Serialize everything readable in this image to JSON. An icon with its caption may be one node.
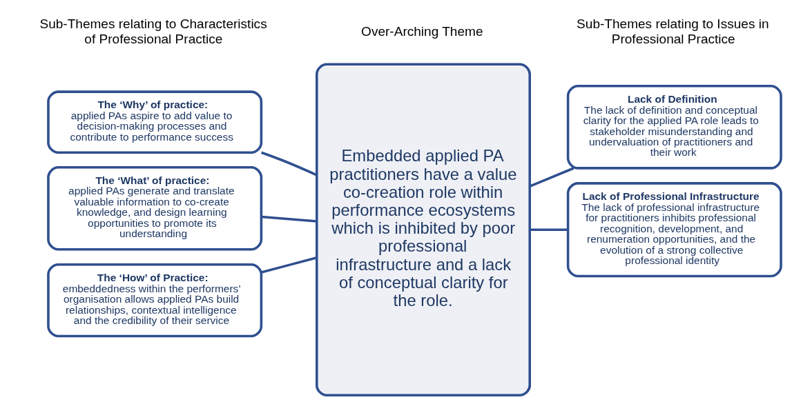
{
  "diagram": {
    "nodes": [
      {
        "text": [
          "Embedded applied PA practitioners have a value co-creation role within performance ecosystems which is inhibited by poor professional infrastructure and a lack of conceptual clarity for the role."
        ]
      },
      {
        "text": [
          "The ‘Why’ of practice:",
          "applied PAs aspire to add value to decision-making processes and contribute to performance success"
        ]
      },
      {
        "text": [
          "The ‘What’ of practice:",
          "applied PAs generate and translate valuable information to co-create knowledge, and design learning opportunities to promote its understanding"
        ]
      },
      {
        "text": [
          "The ‘How’ of Practice:",
          "embeddedness within the performers’ organisation allows applied PAs build relationships, contextual intelligence and the credibility of their service"
        ]
      },
      {
        "text": [
          "Lack of Definition",
          "The lack of definition and conceptual clarity for the applied PA role leads to stakeholder misunderstanding and undervaluation of practitioners and their work"
        ]
      },
      {
        "text": [
          "Lack of Professional Infrastructure",
          "The lack of professional infrastructure for practitioners inhibits professional recognition, development, and renumeration opportunities, and the evolution of a strong collective professional identity"
        ]
      }
    ],
    "edges": [
      {
        "from": 1,
        "to": 0,
        "arrow": "none"
      },
      {
        "from": 2,
        "to": 0,
        "arrow": "none"
      },
      {
        "from": 3,
        "to": 0,
        "arrow": "none"
      },
      {
        "from": 0,
        "to": 4,
        "arrow": "none"
      },
      {
        "from": 0,
        "to": 5,
        "arrow": "none"
      }
    ],
    "labels": [
      "Sub-Themes relating to Characteristics of Professional Practice",
      "Over-Arching Theme",
      "Sub-Themes relating to Issues in Professional Practice"
    ]
  }
}
